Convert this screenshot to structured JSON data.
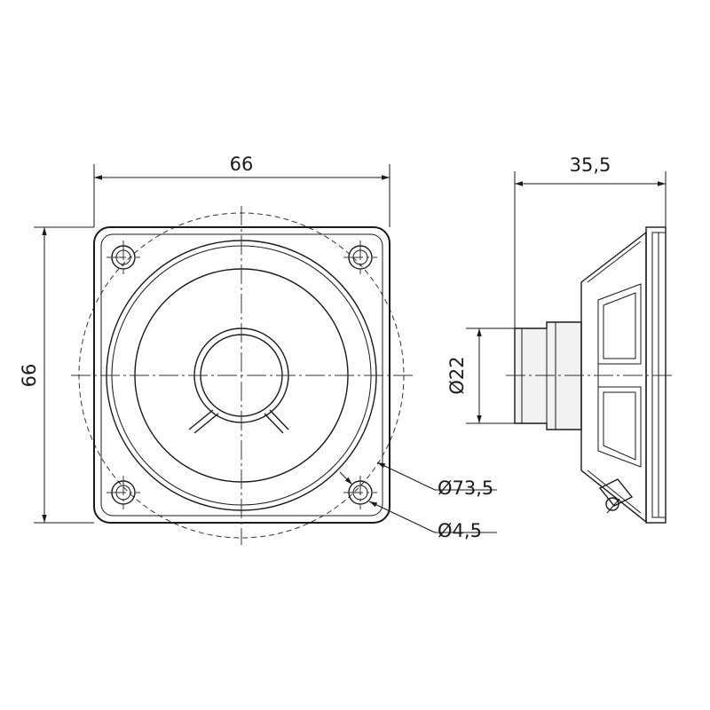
{
  "dimensions": {
    "front_width": "66",
    "front_height": "66",
    "side_depth": "35,5",
    "magnet_diameter": "Ø22",
    "bolt_circle": "Ø73,5",
    "hole_diameter": "Ø4,5"
  }
}
